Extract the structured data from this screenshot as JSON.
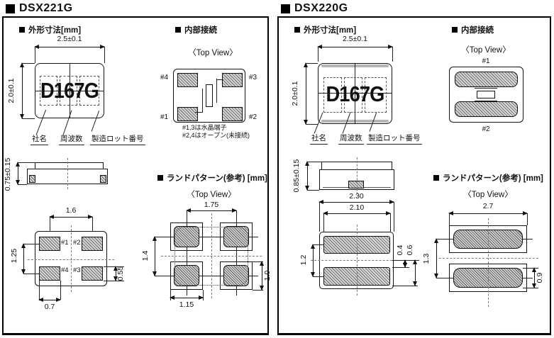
{
  "page": {
    "bg": "#ffffff",
    "ink": "#111111"
  },
  "left": {
    "title": "DSX221G",
    "outline": {
      "heading": "外形寸法[mm]",
      "dim_width": "2.5±0.1",
      "dim_height": "2.0±0.1",
      "marking": "D167G",
      "labels": {
        "company": "社名",
        "frequency": "周波数",
        "lot": "製造ロット番号"
      },
      "side": {
        "dim_thickness": "0.75±0.15"
      },
      "bottom": {
        "dim_pitch_x": "1.6",
        "dim_pitch_y": "1.25",
        "dim_pad_w": "0.7",
        "dim_pad_h": "0.55",
        "pads": [
          "#1",
          "#2",
          "#4",
          "#3"
        ]
      }
    },
    "connection": {
      "heading": "内部接続",
      "view": "〈Top View〉",
      "pads": {
        "tl": "#4",
        "tr": "#3",
        "bl": "#1",
        "br": "#2"
      },
      "note1": "#1,3は水晶端子",
      "note2": "#2,4はオープン(未接続)"
    },
    "land": {
      "heading": "ランドパターン(参考) [mm]",
      "view": "〈Top View〉",
      "dim_pitch_x": "1.75",
      "dim_pitch_y": "1.4",
      "dim_pad_w": "1.15",
      "dim_pad_h": "1.0"
    }
  },
  "right": {
    "title": "DSX220G",
    "outline": {
      "heading": "外形寸法[mm]",
      "dim_width": "2.5±0.1",
      "dim_height": "2.0±0.1",
      "marking": "D167G",
      "labels": {
        "company": "社名",
        "frequency": "周波数",
        "lot": "製造ロット番号"
      },
      "side": {
        "dim_thickness": "0.85±0.15"
      },
      "bottom": {
        "dim_outer_w": "2.30",
        "dim_pad_w": "2.10",
        "dim_pitch_y": "1.2",
        "dim_gap": "0.4",
        "dim_pad_h": "0.6"
      }
    },
    "connection": {
      "heading": "内部接続",
      "view": "〈Top View〉",
      "pads": {
        "top": "#1",
        "bottom": "#2"
      }
    },
    "land": {
      "heading": "ランドパターン(参考) [mm]",
      "view": "〈Top View〉",
      "dim_w": "2.7",
      "dim_pitch_y": "1.3",
      "dim_pad_h": "0.9"
    }
  }
}
